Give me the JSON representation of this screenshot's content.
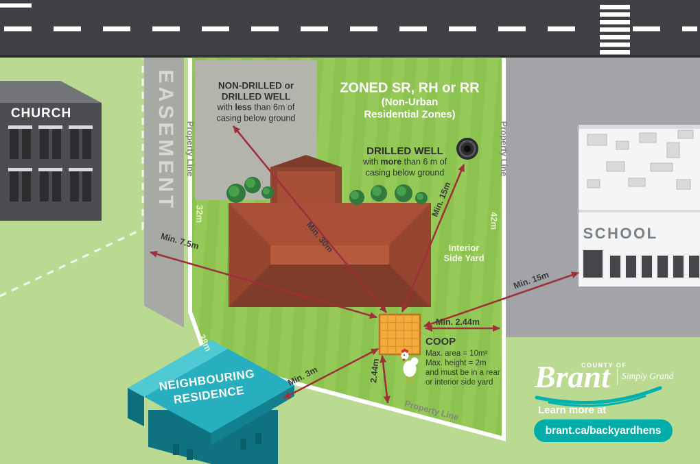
{
  "colors": {
    "background_green": "#b9da90",
    "lawn_green": "#8cc24f",
    "road_gray": "#3e4043",
    "arrow_red": "#9e3039",
    "coop_orange": "#f3ab3e",
    "accent_teal": "#00adaa",
    "residence_teal": "#27aebf"
  },
  "zone": {
    "title": "ZONED SR, RH or RR",
    "subtitle_line1": "(Non-Urban",
    "subtitle_line2": "Residential Zones)"
  },
  "labels": {
    "church": "CHURCH",
    "school": "SCHOOL",
    "easement": "EASEMENT",
    "residence_line1": "NEIGHBOURING",
    "residence_line2": "RESIDENCE",
    "interior_side_yard_line1": "Interior",
    "interior_side_yard_line2": "Side Yard"
  },
  "property": {
    "line_left": "Property Line",
    "line_right": "Property Line",
    "line_bottom": "Property Line",
    "dim_left": "32m",
    "dim_right": "42m",
    "dim_bottom_left": "38m"
  },
  "wells": {
    "shallow": {
      "title_line1": "NON-DRILLED or",
      "title_line2": "DRILLED WELL",
      "body_pre": "with",
      "body_bold": "less",
      "body_mid": "than 6m of",
      "body_line2": "casing below ground"
    },
    "deep": {
      "title": "DRILLED WELL",
      "body_pre": "with",
      "body_bold": "more",
      "body_mid": "than 6 m of",
      "body_line2": "casing below ground"
    }
  },
  "setbacks": {
    "to_church": "Min. 7.5m",
    "to_shallow_well": "Min. 30m",
    "to_deep_well": "Min. 15m",
    "to_school": "Min. 15m",
    "to_side_property_line": "Min. 2.44m",
    "to_residence": "Min. 3m",
    "to_rear_property_line": "2.44m"
  },
  "coop": {
    "title": "COOP",
    "rule1": "Max. area = 10m²",
    "rule2": "Max. height = 2m",
    "rule3": "and must be in a rear",
    "rule4": "or interior side yard"
  },
  "logo": {
    "county_of": "COUNTY OF",
    "name": "Brant",
    "tagline": "Simply Grand"
  },
  "footer": {
    "learn_more": "Learn more at",
    "url": "brant.ca/backyardhens"
  }
}
